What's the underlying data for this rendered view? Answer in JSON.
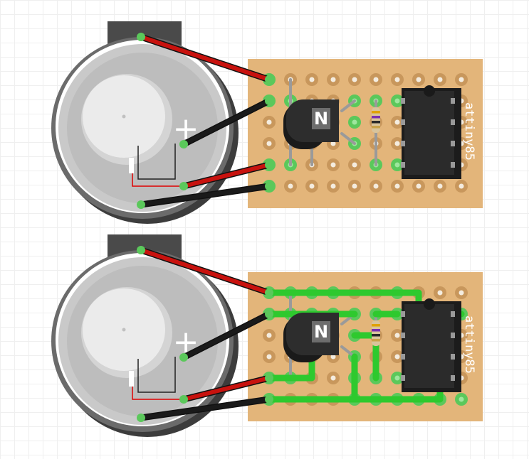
{
  "canvas": {
    "background": "#ffffff",
    "grid_color": "#efefef"
  },
  "colors": {
    "board": "#e3b57a",
    "pad": "#c8975c",
    "pad_hole": "#f4ecdf",
    "pad_connected": "#5bc85b",
    "trace": "#2ec92e",
    "wire_red": "#c8120e",
    "wire_black": "#1a1a1a",
    "chip_body": "#2b2b2b",
    "battery_metal": "#c9c9c9"
  },
  "assemblies": [
    {
      "id": "top",
      "chip": {
        "label": "attiny85"
      },
      "transistor": {
        "symbol": "N"
      },
      "resistor": {
        "bands": [
          "#e0a100",
          "#7a2fb0",
          "#2a2a2a",
          "#c9a24a"
        ]
      },
      "battery": {
        "polarity_mark": "+"
      },
      "show_traces": false
    },
    {
      "id": "bottom",
      "chip": {
        "label": "attiny85"
      },
      "transistor": {
        "symbol": "N"
      },
      "resistor": {
        "bands": [
          "#e0a100",
          "#7a2fb0",
          "#2a2a2a",
          "#c9a24a"
        ]
      },
      "battery": {
        "polarity_mark": "+"
      },
      "show_traces": true
    }
  ]
}
